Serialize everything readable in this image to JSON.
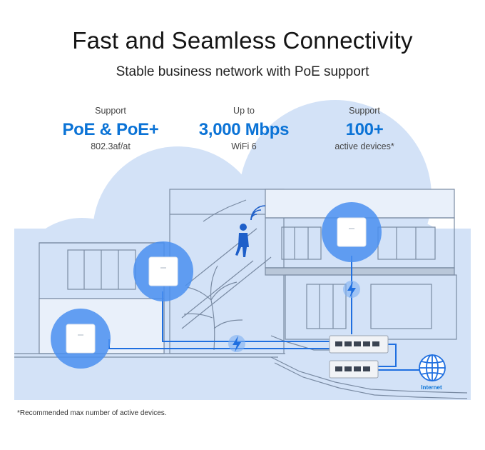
{
  "title": "Fast and Seamless Connectivity",
  "subtitle": "Stable business network with PoE support",
  "stats": [
    {
      "pre": "Support",
      "main": "PoE & PoE+",
      "post": "802.3af/at"
    },
    {
      "pre": "Up to",
      "main": "3,000 Mbps",
      "post": "WiFi 6"
    },
    {
      "pre": "Support",
      "main": "100+",
      "post": "active devices*"
    }
  ],
  "internet_label": "Internet",
  "footnote": "*Recommended max number of active devices.",
  "colors": {
    "accent": "#0b73d6",
    "cloud": "#cfe0f7",
    "cable": "#1f6fe0",
    "halo": "#4a8ff0"
  },
  "icons": [
    "access-point-icon",
    "lightning-icon",
    "wifi-signal-icon",
    "globe-icon",
    "switch-icon",
    "person-icon"
  ]
}
